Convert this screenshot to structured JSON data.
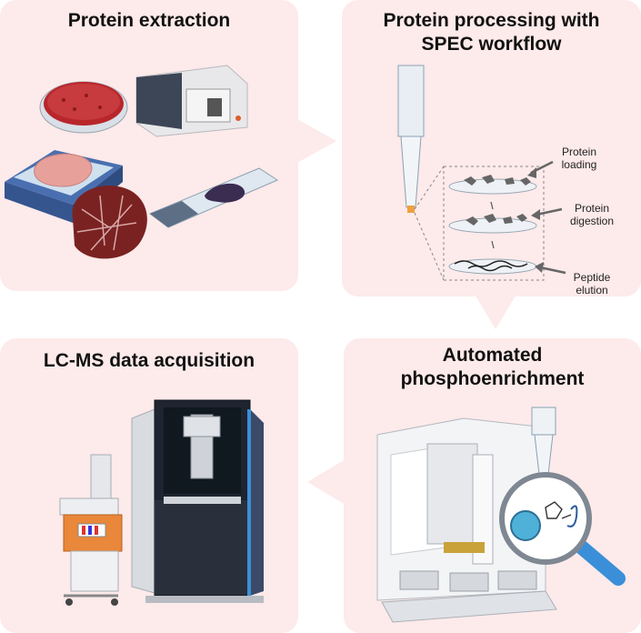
{
  "panels": {
    "extraction": {
      "title": "Protein extraction"
    },
    "processing": {
      "title": "Protein processing with\nSPEC workflow"
    },
    "enrichment": {
      "title": "Automated\nphosphoenrichment"
    },
    "lcms": {
      "title": "LC-MS data acquisition"
    }
  },
  "spec_steps": [
    {
      "label": "Protein\nloading"
    },
    {
      "label": "Protein\ndigestion"
    },
    {
      "label": "Peptide\nelution"
    }
  ],
  "colors": {
    "panel_bg": "#fdeaea",
    "accent_pink": "#f5cfcf",
    "tissue_red": "#8b2a2a",
    "slate_blue": "#4a6fb0",
    "magnifier_blue": "#3a8fd8"
  }
}
